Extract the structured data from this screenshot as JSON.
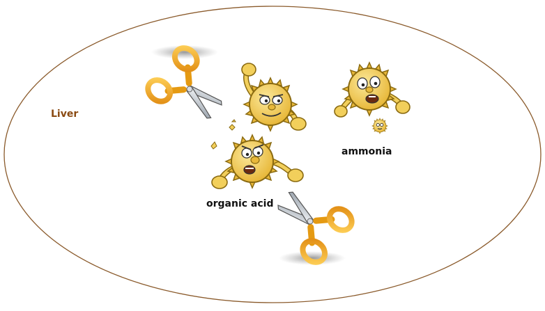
{
  "labels": {
    "organ": "Liver",
    "product_1": "ammonia",
    "product_2": "organic acid"
  },
  "colors": {
    "boundary": "#8a5a2b",
    "organ_text": "#8a4a12",
    "germ_fill": "#f2cf5b",
    "germ_outline": "#8a6a10",
    "scissor_handle": "#f2a81e",
    "scissor_blade": "#c9ced4"
  },
  "icons": [
    "germ-icon",
    "scissors-icon"
  ]
}
